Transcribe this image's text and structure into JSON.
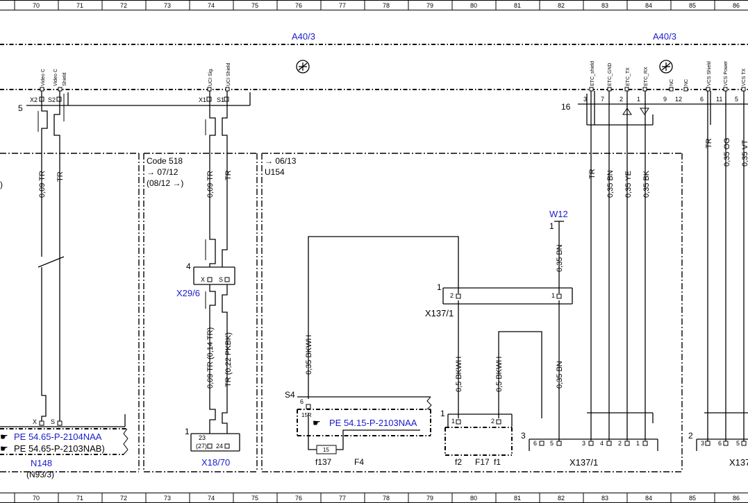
{
  "grid": {
    "columns": [
      "70",
      "71",
      "72",
      "73",
      "74",
      "75",
      "76",
      "77",
      "78",
      "79",
      "80",
      "81",
      "82",
      "83",
      "84",
      "85",
      "86"
    ]
  },
  "units": {
    "a40_3_left": "A40/3",
    "a40_3_right": "A40/3",
    "n148": "N148",
    "n93_3": "(N93/3)",
    "x29_6": "X29/6",
    "x18_70": "X18/70",
    "w12": "W12",
    "x137_1_top": "X137/1",
    "x137_1_bottom": "X137/1",
    "x137_cut": "X137",
    "f137": "f137",
    "f4": "F4",
    "f2": "f2",
    "f17": "F17",
    "f1": "f1",
    "s4": "S4"
  },
  "variants": {
    "code518": "Code 518",
    "code518_from": "→ 07/12",
    "code518_to": "(08/12 →)",
    "u154_from": "→ 06/13",
    "u154": "U154",
    "paren_left": ")"
  },
  "refs": {
    "pe_2104naa": "PE 54.65-P-2104NAA",
    "pe_2103nab": "PE 54.65-P-2103NAB)",
    "pe_2103naa": "PE 54.15-P-2103NAA"
  },
  "pins": {
    "video_c1": "Video C",
    "video_c2": "Video C",
    "shield": "Shield",
    "uci_sig": "UCI Sig.",
    "uci_shield": "UCI Shield",
    "etc_shield": "ETC_shield",
    "etc_gnd": "ETC_GND",
    "etc_tx": "ETC_TX",
    "etc_rx": "ETC_RX",
    "nc1": "NC",
    "nc2": "NC",
    "vcs_shield": "VCS Shield",
    "vcs_power": "VCS Power",
    "vcs_tx": "VCS TX",
    "x2": "X2",
    "s2": "S2",
    "x1": "X1",
    "s1": "S1",
    "p3": "3",
    "p7": "7",
    "p2": "2",
    "p1": "1",
    "p9": "9",
    "p12": "12",
    "p6": "6",
    "p11": "11",
    "p5": "5",
    "n5": "5",
    "n16": "16",
    "n4": "4",
    "n1_x18": "1",
    "n1_x137": "1",
    "n1_w12": "1",
    "n1_f17": "1",
    "n3": "3",
    "n2": "2",
    "x_pin": "X",
    "s_pin": "S",
    "x29_x": "X",
    "x29_s": "S",
    "x18_23": "23",
    "x18_27": "(27)",
    "x18_24": "24",
    "x137_2": "2",
    "x137_1": "1",
    "s4_6": "6",
    "s4_15r": "15R",
    "fuse_15": "15",
    "f17_1": "1",
    "f17_2": "2",
    "b6": "6",
    "b5": "5",
    "b3": "3",
    "b4": "4",
    "b2": "2",
    "b1": "1",
    "r3": "3",
    "r6": "6",
    "r5": "5"
  },
  "wires": {
    "w_009tr_a": "0,09 TR",
    "w_tr_a": "TR",
    "w_009tr_b": "0,09 TR",
    "w_tr_b": "TR",
    "w_009tr_014": "0,09 TR (0,14 TR)",
    "w_tr_022": "TR (0,22 PKBK)",
    "w_035bkwh": "0,35 BKWH",
    "w_05bkwh_a": "0,5 BKWH",
    "w_05bkwh_b": "0,5 BKWH",
    "w_035bn_a": "0,35 BN",
    "w_035bn_b": "0,35 BN",
    "w_tr_c": "TR",
    "w_035bn_c": "0,35 BN",
    "w_035ye": "0,35 YE",
    "w_035bk": "0,35 BK",
    "w_tr_d": "TR",
    "w_035og": "0,35 OG",
    "w_035vt": "0,35 VT"
  }
}
